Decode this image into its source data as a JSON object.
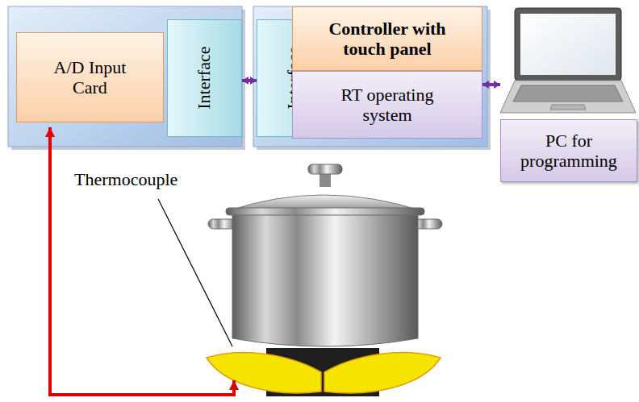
{
  "diagram": {
    "nodes": [
      {
        "text": [
          "A/D Input Card"
        ]
      },
      {
        "text": [
          "Interface"
        ]
      },
      {
        "text": [
          "Interface"
        ]
      },
      {
        "text": [
          "Controller with touch panel"
        ]
      },
      {
        "text": [
          "RT operating system"
        ]
      },
      {
        "text": [
          "PC for programming"
        ]
      }
    ],
    "edges": [
      {
        "from": 1,
        "to": 2,
        "arrow": "both"
      },
      {
        "from": 4,
        "to": 5,
        "arrow": "both"
      }
    ],
    "labels": [
      "Thermocouple"
    ]
  }
}
